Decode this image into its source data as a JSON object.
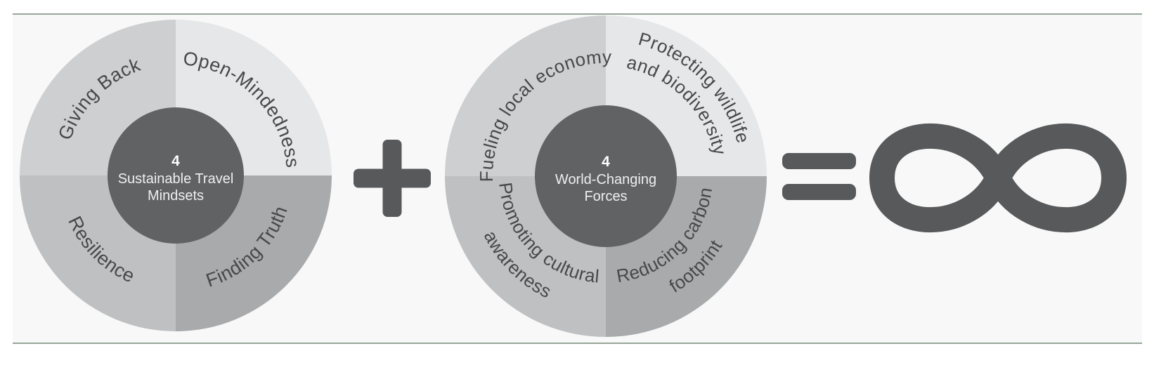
{
  "infographic": {
    "panel_background": "#f7f8f7",
    "divider_color": "#97a697",
    "symbol_color": "#58595b",
    "label_color": "#47484a",
    "left_wheel": {
      "center_color": "#616264",
      "center_count": "4",
      "center_line1": "Sustainable Travel",
      "center_line2": "Mindsets",
      "quadrants": [
        {
          "position": "top-left",
          "color": "#cdcfd1",
          "lines": [
            "Giving Back"
          ]
        },
        {
          "position": "top-right",
          "color": "#e6e7e8",
          "lines": [
            "Open-Mindedness"
          ]
        },
        {
          "position": "bottom-left",
          "color": "#bec0c2",
          "lines": [
            "Resilience"
          ]
        },
        {
          "position": "bottom-right",
          "color": "#a8aaac",
          "lines": [
            "Finding Truth"
          ]
        }
      ]
    },
    "right_wheel": {
      "center_color": "#616264",
      "center_count": "4",
      "center_line1": "World-Changing",
      "center_line2": "Forces",
      "quadrants": [
        {
          "position": "top-left",
          "color": "#cdcfd1",
          "lines": [
            "Fueling local economy"
          ]
        },
        {
          "position": "top-right",
          "color": "#e6e7e8",
          "lines": [
            "Protecting wildlife",
            "and biodiversity"
          ]
        },
        {
          "position": "bottom-left",
          "color": "#bec0c2",
          "lines": [
            "Promoting cultural",
            "awareness"
          ]
        },
        {
          "position": "bottom-right",
          "color": "#a8aaac",
          "lines": [
            "Reducing carbon",
            "footprint"
          ]
        }
      ]
    },
    "equation": {
      "operator": "plus",
      "relation": "equals",
      "result": "infinity"
    }
  }
}
